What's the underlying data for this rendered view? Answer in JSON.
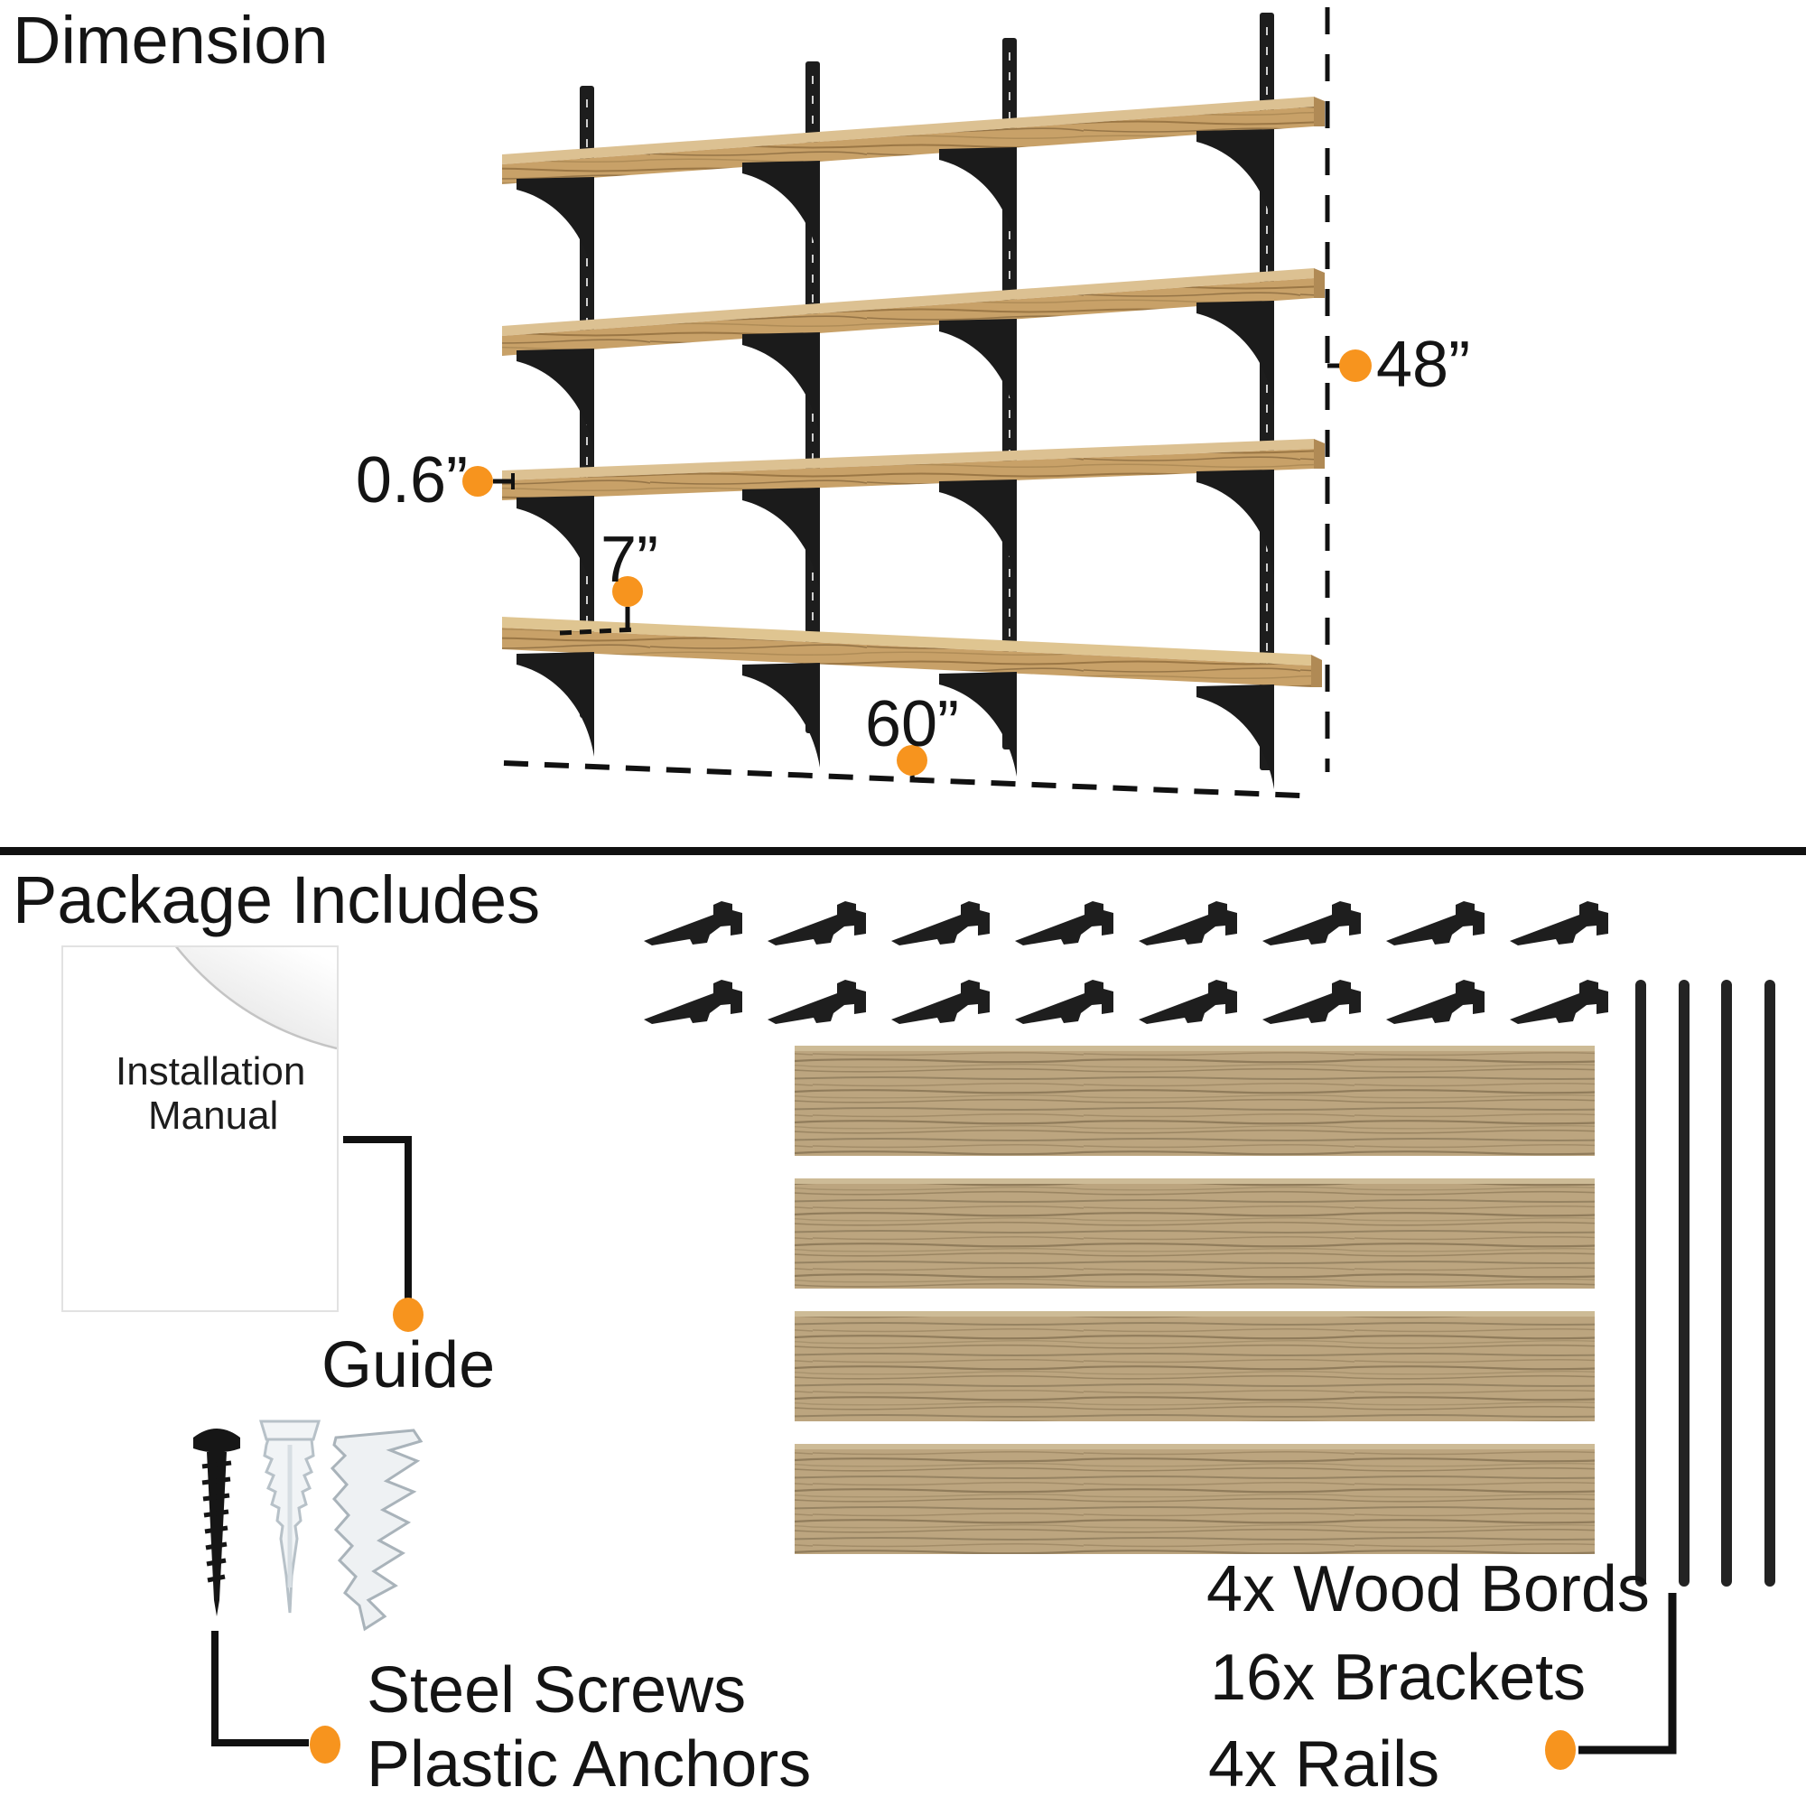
{
  "colors": {
    "accent": "#F7941E",
    "line": "#141414",
    "shelf_wood": "#C8A168",
    "board_wood": "#BCA57F",
    "metal": "#1E1E1E"
  },
  "dimension": {
    "title": "Dimension",
    "height_label": "48”",
    "thickness_label": "0.6”",
    "depth_label": "7”",
    "width_label": "60”"
  },
  "package": {
    "title": "Package Includes",
    "manual_line1": "Installation",
    "manual_line2": "Manual",
    "guide_label": "Guide",
    "screws_label": "Steel Screws",
    "anchors_label": "Plastic Anchors",
    "boards_label": "4x Wood Bords",
    "brackets_label": "16x Brackets",
    "rails_label": "4x Rails",
    "counts": {
      "wood_boards": 4,
      "brackets": 16,
      "rails": 4,
      "shelf_tiers_shown": 4
    }
  }
}
